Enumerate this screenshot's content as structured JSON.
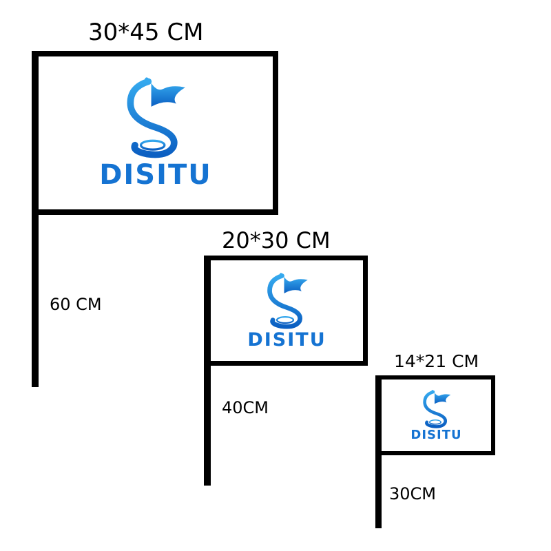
{
  "brand": {
    "name": "DISITU",
    "color_light": "#35a9ee",
    "color_dark": "#0b5fc2"
  },
  "flags": [
    {
      "id": "large",
      "size_label": "30*45 CM",
      "pole_label": "60 CM"
    },
    {
      "id": "medium",
      "size_label": "20*30 CM",
      "pole_label": "40CM"
    },
    {
      "id": "small",
      "size_label": "14*21 CM",
      "pole_label": "30CM"
    }
  ]
}
